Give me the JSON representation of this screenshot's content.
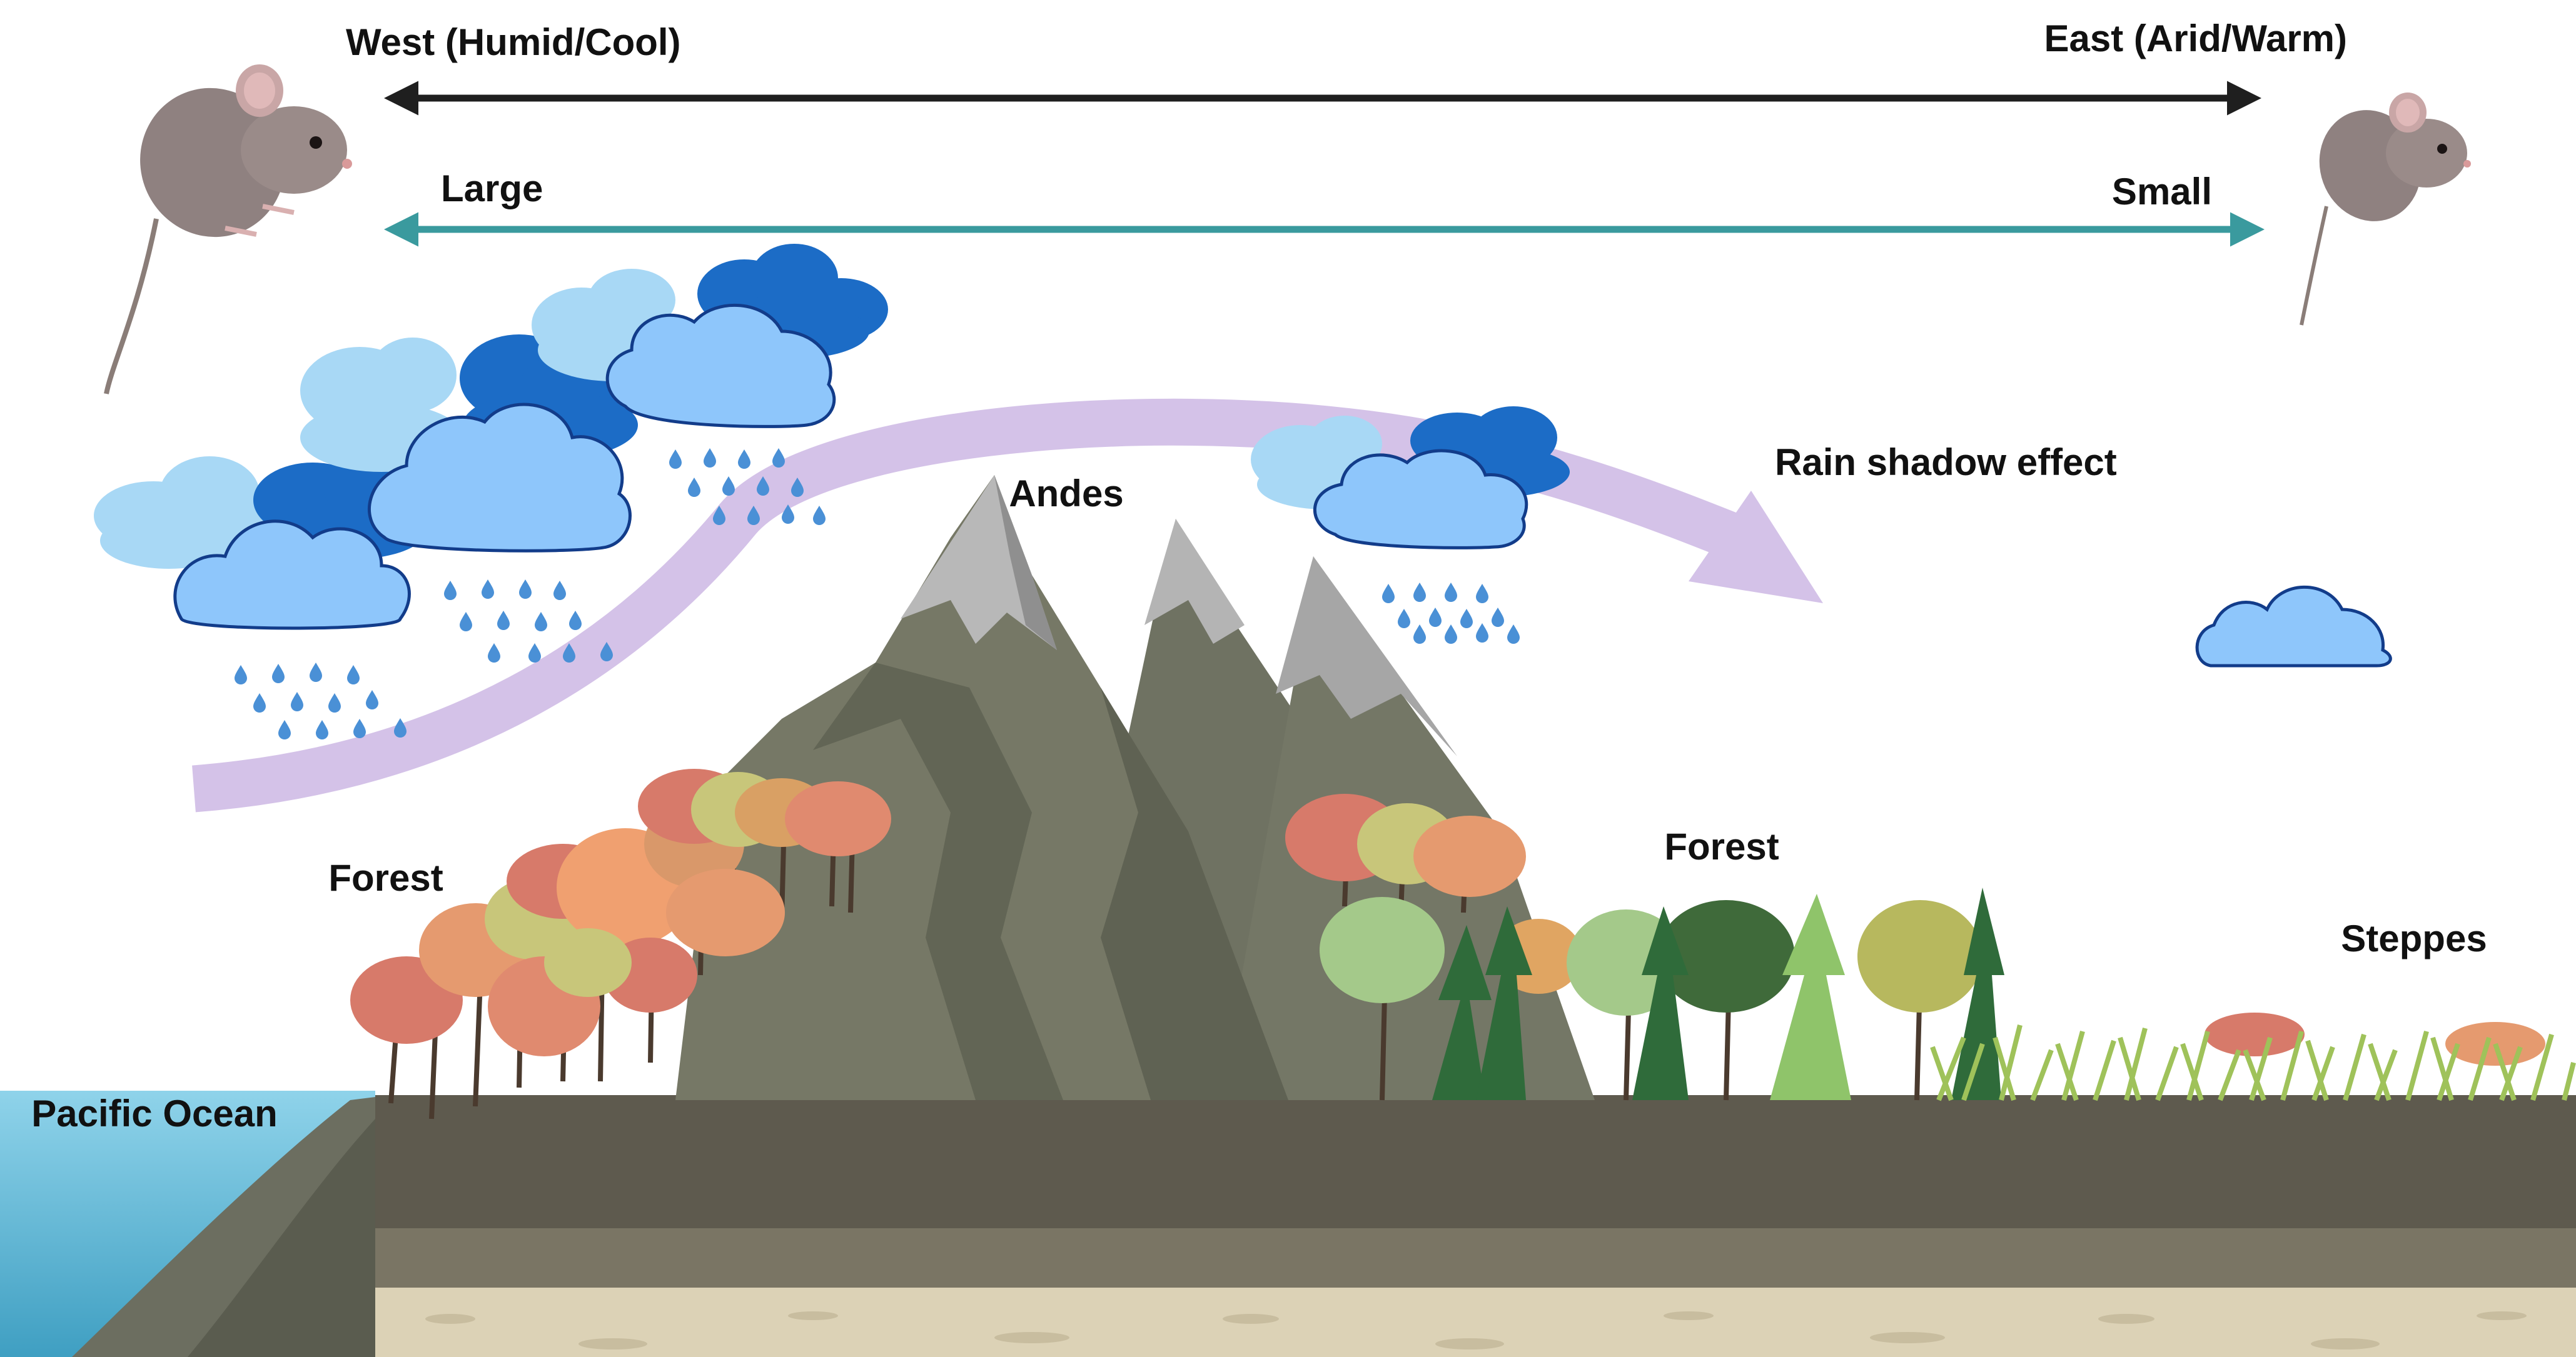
{
  "labels": {
    "west": "West (Humid/Cool)",
    "east": "East (Arid/Warm)",
    "large": "Large",
    "small": "Small",
    "andes": "Andes",
    "rain_shadow": "Rain shadow effect",
    "forest_west": "Forest",
    "forest_east": "Forest",
    "steppes": "Steppes",
    "pacific_ocean": "Pacific Ocean"
  },
  "icons": {
    "mouse_left": "large-mouse-icon",
    "mouse_right": "small-mouse-icon",
    "cloud": "rain-cloud-icon",
    "tree": "tree-icon",
    "mountain": "mountain-icon"
  },
  "colors": {
    "climate_arrow": "#1f1f1f",
    "size_arrow": "#3a9a9e",
    "rain_shadow_arrow": "#d4c2e8",
    "cloud_light": "#a8d8f5",
    "cloud_mid": "#8ec6fb",
    "cloud_dark": "#1c6cc6",
    "raindrop": "#4a90d6",
    "mountain_rock": "#7b7d6c",
    "mountain_snow": "#a8a8a8",
    "ocean": "#6fc3de",
    "soil_top": "#5e5a4e",
    "soil_mid": "#7a7564",
    "soil_bottom": "#dcd2b6"
  }
}
